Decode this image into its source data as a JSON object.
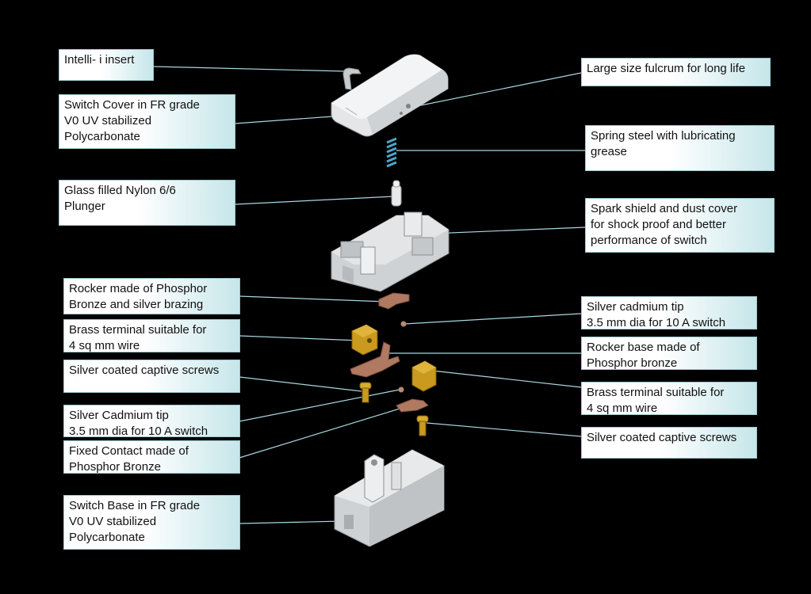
{
  "colors": {
    "background": "#000000",
    "leader_line": "#a9d6df",
    "plastic": "#d9dcde",
    "brass": "#c99a1e",
    "copper": "#b07a62",
    "spring": "#4aa7c9"
  },
  "labels": {
    "intelli_insert": "Intelli- i insert",
    "switch_cover": "Switch Cover  in FR grade\nV0 UV stabilized\nPolycarbonate",
    "plunger": "Glass filled Nylon 6/6\n Plunger",
    "rocker": "Rocker made of Phosphor\nBronze  and silver brazing",
    "brass_terminal_left": "Brass terminal suitable for\n4 sq mm wire",
    "captive_screws_left": "Silver coated captive screws",
    "cadmium_tip_left": "Silver Cadmium tip\n3.5 mm dia for 10 A switch",
    "fixed_contact": "Fixed Contact made of\nPhosphor  Bronze",
    "switch_base": "Switch Base in FR grade\nV0 UV stabilized\nPolycarbonate",
    "fulcrum": "Large size fulcrum for long life",
    "spring": "Spring steel with lubricating\ngrease",
    "spark_shield": "Spark shield and dust cover\nfor  shock proof and better\nperformance of switch",
    "cadmium_tip_right": "Silver cadmium tip\n3.5 mm dia for 10 A switch",
    "rocker_base": "Rocker base made of\nPhosphor bronze",
    "brass_terminal_right": "Brass terminal suitable for\n4 sq mm wire",
    "captive_screws_right": "Silver coated captive screws"
  }
}
